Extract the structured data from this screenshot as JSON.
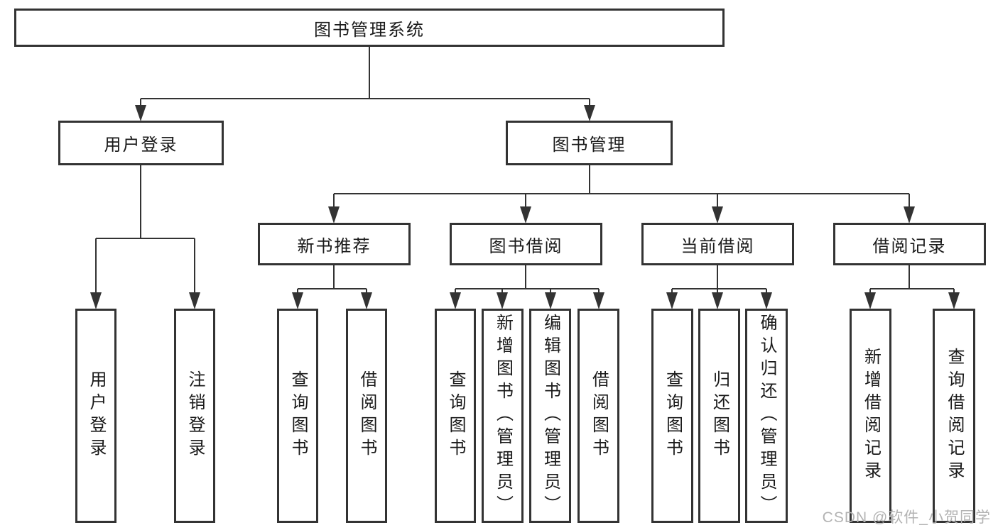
{
  "diagram": {
    "root": "图书管理系统",
    "level2": [
      "用户登录",
      "图书管理"
    ],
    "level3": [
      "新书推荐",
      "图书借阅",
      "当前借阅",
      "借阅记录"
    ],
    "leaves": [
      "用户登录",
      "注销登录",
      "查询图书",
      "借阅图书",
      "查询图书",
      "新增图书（管理员）",
      "编辑图书（管理员）",
      "借阅图书",
      "查询图书",
      "归还图书",
      "确认归还（管理员）",
      "新增借阅记录",
      "查询借阅记录"
    ]
  },
  "watermark": "CSDN @软件_小贺同学",
  "colors": {
    "line": "#333333",
    "text": "#1a1a1a",
    "watermark": "#b3b3b3",
    "background": "#ffffff"
  }
}
